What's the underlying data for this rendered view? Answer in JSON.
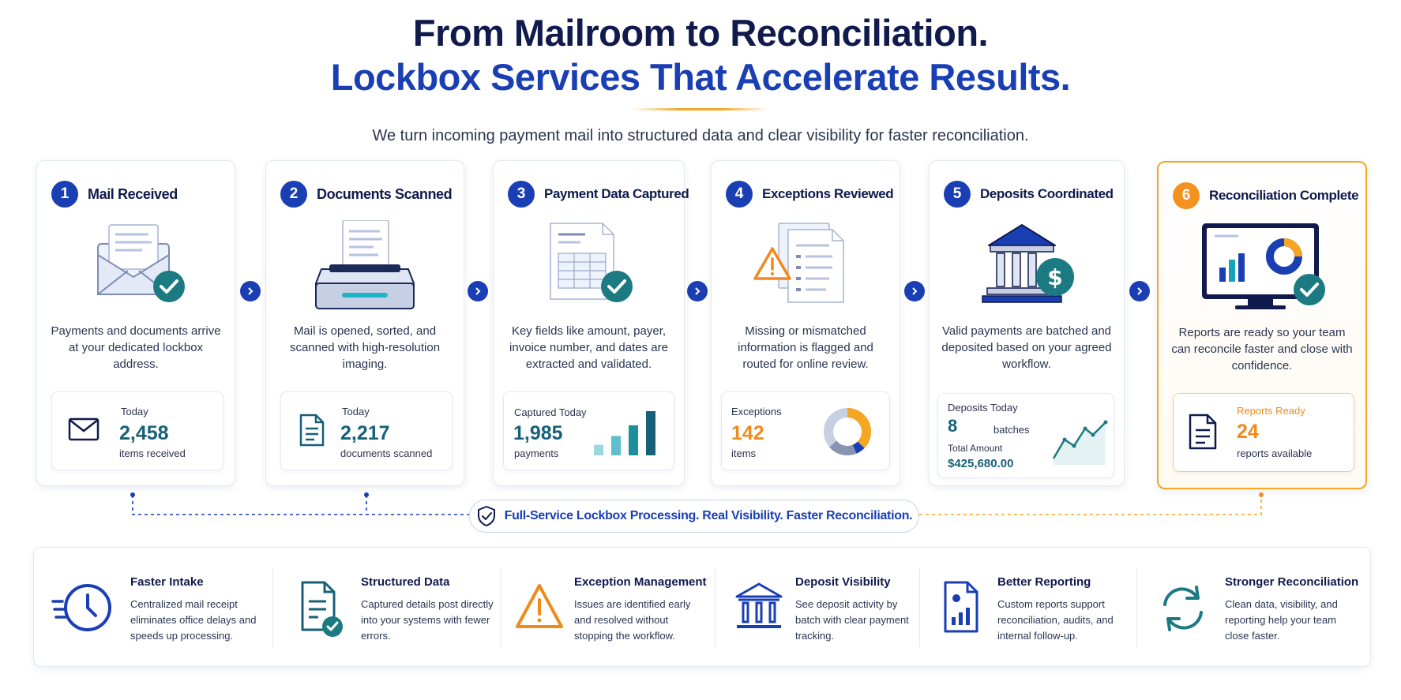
{
  "header": {
    "title_line1": "From Mailroom to Reconciliation.",
    "title_line2": "Lockbox Services That Accelerate Results.",
    "subtitle": "We turn incoming payment mail into structured data and clear visibility for faster reconciliation."
  },
  "colors": {
    "navy": "#101a4c",
    "blue": "#1a3fb4",
    "teal": "#17607a",
    "orange": "#f5911e"
  },
  "steps": [
    {
      "number": "1",
      "title": "Mail Received",
      "icon": "envelope-check-icon",
      "description": "Payments and documents arrive at your dedicated lockbox address.",
      "stat": {
        "icon": "mail-icon",
        "label": "Today",
        "value": "2,458",
        "unit": "items received"
      }
    },
    {
      "number": "2",
      "title": "Documents Scanned",
      "icon": "scanner-icon",
      "description": "Mail is opened, sorted, and scanned with high-resolution imaging.",
      "stat": {
        "icon": "document-icon",
        "label": "Today",
        "value": "2,217",
        "unit": "documents scanned"
      }
    },
    {
      "number": "3",
      "title": "Payment Data Captured",
      "icon": "data-sheet-check-icon",
      "description": "Key fields like amount, payer, invoice number, and dates are extracted and validated.",
      "stat": {
        "icon": "bar-chart-icon",
        "label": "Captured Today",
        "value": "1,985",
        "unit": "payments",
        "bars": [
          12,
          22,
          34,
          50
        ]
      }
    },
    {
      "number": "4",
      "title": "Exceptions Reviewed",
      "icon": "warning-documents-icon",
      "description": "Missing or mismatched information is flagged and routed for online review.",
      "stat": {
        "icon": "donut-chart-icon",
        "label": "Exceptions",
        "value": "142",
        "unit": "items"
      }
    },
    {
      "number": "5",
      "title": "Deposits Coordinated",
      "icon": "bank-dollar-icon",
      "description": "Valid payments are batched and deposited based on your agreed workflow.",
      "stat": {
        "icon": "trend-line-icon",
        "label": "Deposits Today",
        "value": "8",
        "unit": "batches",
        "label2": "Total Amount",
        "value2": "$425,680.00"
      }
    },
    {
      "number": "6",
      "title": "Reconciliation Complete",
      "icon": "monitor-report-check-icon",
      "description": "Reports are ready so your team can reconcile faster and close with confidence.",
      "stat": {
        "icon": "report-icon",
        "label": "Reports Ready",
        "value": "24",
        "unit": "reports available"
      }
    }
  ],
  "banner": {
    "icon": "shield-check-icon",
    "text": "Full-Service Lockbox Processing. Real Visibility. Faster Reconciliation."
  },
  "benefits": [
    {
      "icon": "fast-clock-icon",
      "title": "Faster Intake",
      "description": "Centralized mail receipt eliminates office delays and speeds up processing."
    },
    {
      "icon": "document-check-icon",
      "title": "Structured Data",
      "description": "Captured details post directly into your systems with fewer errors."
    },
    {
      "icon": "warning-icon",
      "title": "Exception Management",
      "description": "Issues are identified early and resolved without stopping the workflow."
    },
    {
      "icon": "bank-icon",
      "title": "Deposit Visibility",
      "description": "See deposit activity by batch with clear payment tracking."
    },
    {
      "icon": "report-chart-icon",
      "title": "Better Reporting",
      "description": "Custom reports support reconciliation, audits, and internal follow-up."
    },
    {
      "icon": "refresh-cycle-icon",
      "title": "Stronger Reconciliation",
      "description": "Clean data, visibility, and reporting help your team close faster."
    }
  ]
}
